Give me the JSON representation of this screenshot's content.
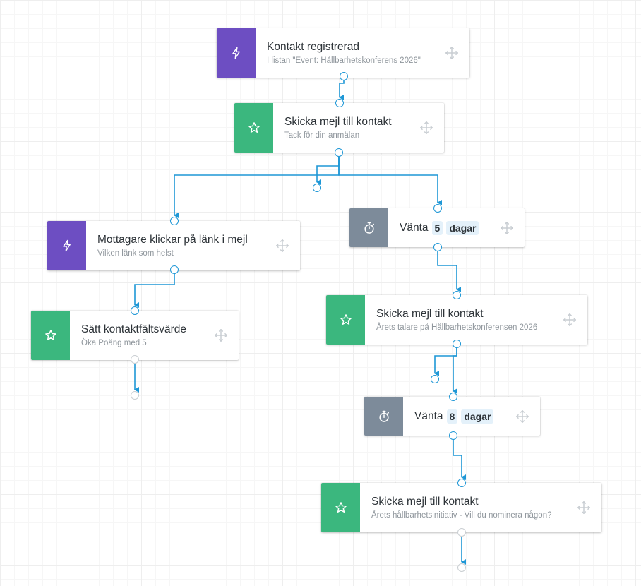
{
  "colors": {
    "trigger": "#6d4ec2",
    "action": "#3bb77e",
    "wait": "#7d8b9a",
    "wire": "#1e97d6"
  },
  "nodes": [
    {
      "kind": "trigger",
      "icon": "lightning-icon",
      "title": "Kontakt registrerad",
      "subtitle": "I listan \"Event: Hållbarhetskonferens 2026\""
    },
    {
      "kind": "action",
      "icon": "star-icon",
      "title": "Skicka mejl till kontakt",
      "subtitle": "Tack för din anmälan"
    },
    {
      "kind": "trigger",
      "icon": "lightning-icon",
      "title": "Mottagare klickar på länk i mejl",
      "subtitle": "Vilken länk som helst"
    },
    {
      "kind": "action",
      "icon": "star-icon",
      "title": "Sätt kontaktfältsvärde",
      "subtitle": "Öka Poäng med 5"
    },
    {
      "kind": "wait",
      "icon": "stopwatch-icon",
      "prefix": "Vänta",
      "amount": "5",
      "unit": "dagar"
    },
    {
      "kind": "action",
      "icon": "star-icon",
      "title": "Skicka mejl till kontakt",
      "subtitle": "Årets talare på Hållbarhetskonferensen 2026"
    },
    {
      "kind": "wait",
      "icon": "stopwatch-icon",
      "prefix": "Vänta",
      "amount": "8",
      "unit": "dagar"
    },
    {
      "kind": "action",
      "icon": "star-icon",
      "title": "Skicka mejl till kontakt",
      "subtitle": "Årets hållbarhetsinitiativ - Vill du nominera någon?"
    }
  ]
}
